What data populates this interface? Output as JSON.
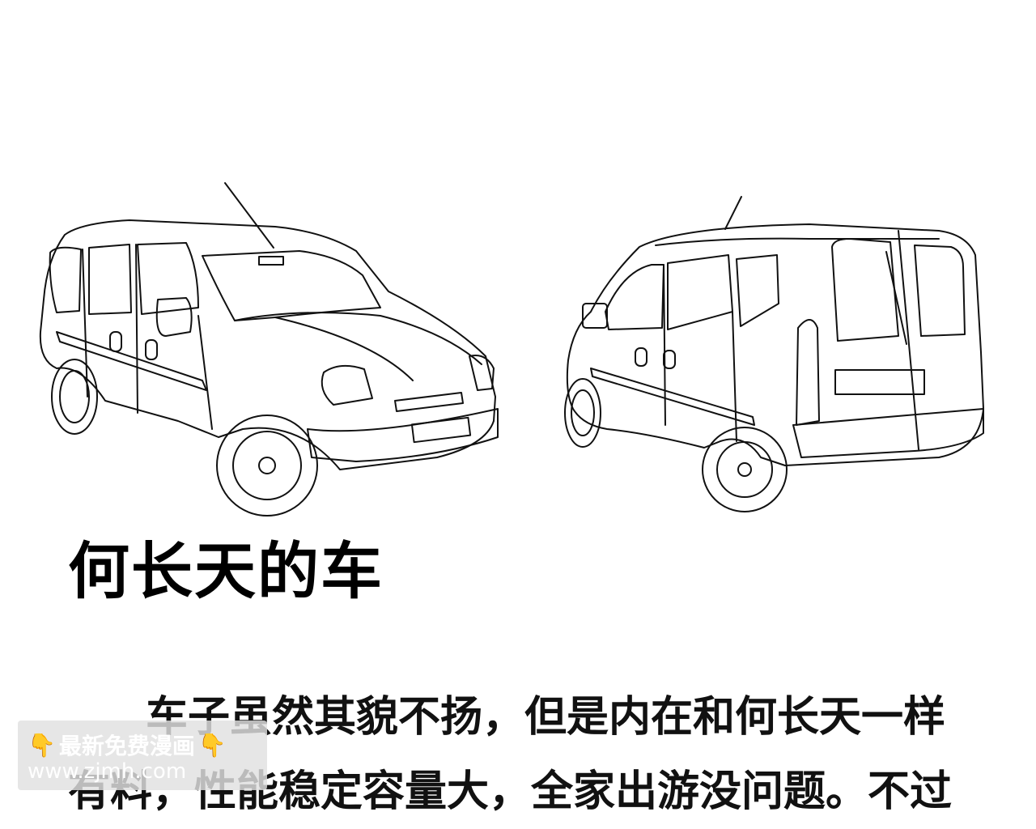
{
  "title": "何长天的车",
  "paragraph": {
    "line1": "车子虽然其貌不扬，但是内在和何长天一样",
    "line2": "有料，性能稳定容量大，全家出游没问题。不过"
  },
  "watermark": {
    "label": "最新免费漫画",
    "url": "www.zjmh.com",
    "icon": "pointing-down-hand-icon",
    "icon_color": "#f2b01e"
  },
  "illustrations": [
    {
      "name": "van-front-three-quarter-view"
    },
    {
      "name": "van-rear-three-quarter-view"
    }
  ]
}
